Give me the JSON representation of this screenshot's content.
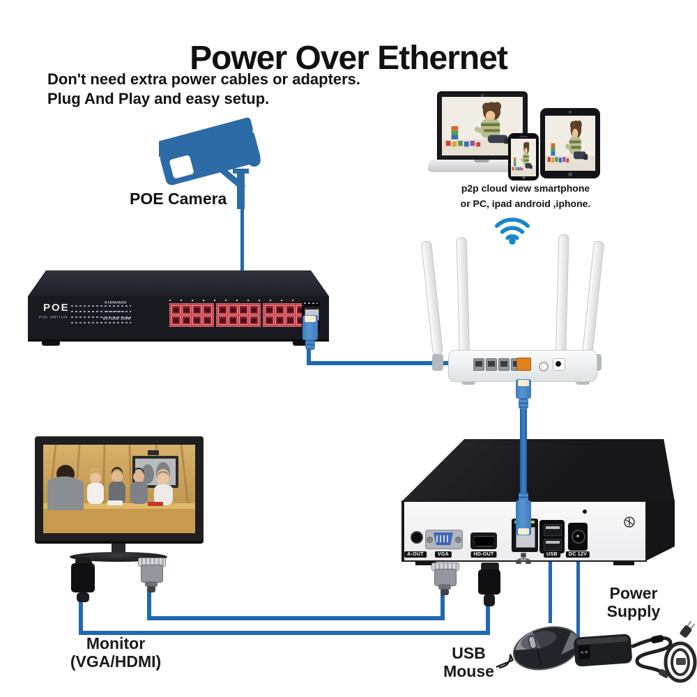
{
  "title": "Power Over Ethernet",
  "subtitle": {
    "line1": "Don't need extra power cables or adapters.",
    "line2": "Plug And Play and easy setup."
  },
  "camera": {
    "label": "POE Camera"
  },
  "viewers": {
    "caption_line1": "p2p cloud view smartphone",
    "caption_line2": "or PC, ipad android ,iphone."
  },
  "poe_switch": {
    "brand": "POE",
    "brand_sub": "POE SWITCH",
    "mode_top": "STANDARD",
    "mode_bottom": "EXTEND 250M",
    "poe_port_count": 24,
    "uplink_port_count": 1
  },
  "router": {
    "lan_port_count": 4,
    "wan_port_count": 1,
    "antenna_count": 4
  },
  "nvr": {
    "labels": {
      "audio": "A-OUT",
      "vga": "VGA",
      "hdmi": "HD-OUT",
      "usb": "USB",
      "power": "DC 12V"
    }
  },
  "monitor_label": {
    "line1": "Monitor",
    "line2": "(VGA/HDMI)"
  },
  "mouse_label": {
    "line1": "USB",
    "line2": "Mouse"
  },
  "power_supply_label": {
    "line1": "Power",
    "line2": "Supply"
  },
  "colors": {
    "cable_blue": "#2068b3",
    "camera_blue": "#2d6ba7",
    "wifi_blue": "#1787cc",
    "poe_port_red": "#c8454f",
    "wan_orange": "#e2811f"
  }
}
